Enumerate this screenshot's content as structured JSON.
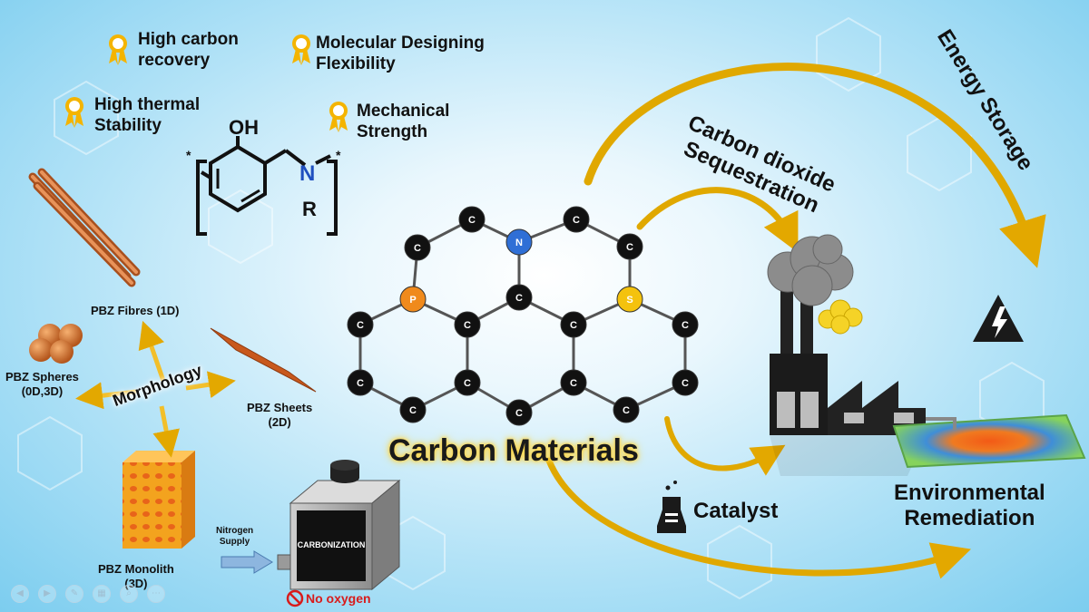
{
  "features": [
    {
      "label": "High carbon\nrecovery"
    },
    {
      "label": "Molecular Designing\nFlexibility"
    },
    {
      "label": "High thermal\nStability"
    },
    {
      "label": "Mechanical\nStrength"
    }
  ],
  "monomer": {
    "oh": "OH",
    "n": "N",
    "r": "R",
    "star": "*"
  },
  "morphology": {
    "center": "Morphology",
    "fibres": "PBZ Fibres (1D)",
    "spheres": "PBZ Spheres\n(0D,3D)",
    "sheets": "PBZ Sheets\n(2D)",
    "monolith": "PBZ Monolith\n(3D)"
  },
  "carbonization": {
    "box": "CARBONIZATION",
    "nitrogen": "Nitrogen\nSupply",
    "no_oxygen": "No oxygen"
  },
  "structure": {
    "c": "C",
    "n": "N",
    "p": "P",
    "s": "S"
  },
  "title": "Carbon Materials",
  "applications": {
    "co2": "Carbon dioxide\nSequestration",
    "energy": "Energy Storage",
    "catalyst": "Catalyst",
    "env": "Environmental\nRemediation"
  },
  "colors": {
    "arrow_gold": "#e0a800",
    "fiber": "#c9672a",
    "n_atom": "#2f6fd6",
    "p_atom": "#f08a1c",
    "s_atom": "#f4c20d"
  }
}
